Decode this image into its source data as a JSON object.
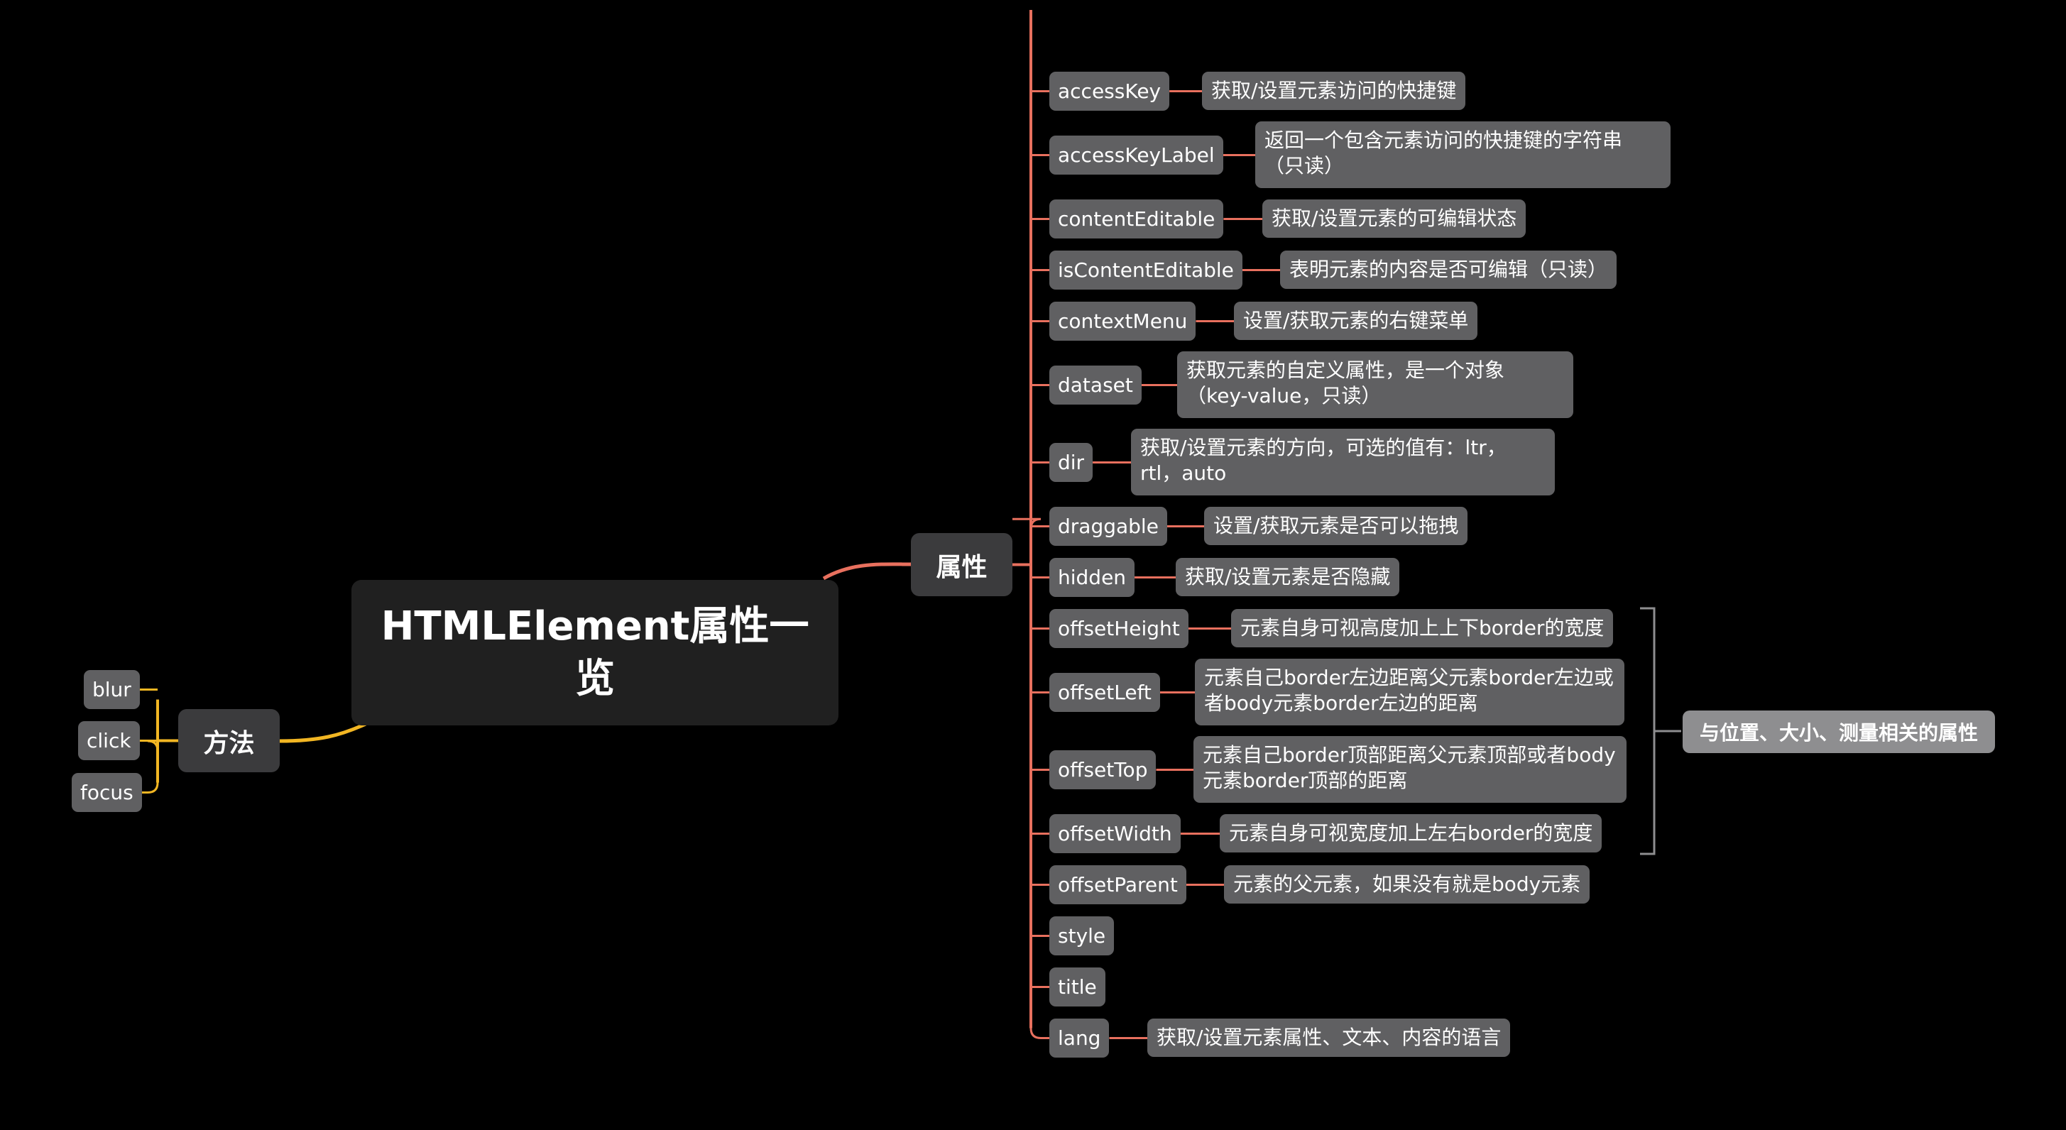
{
  "root": {
    "title": "HTMLElement属性一览"
  },
  "methods": {
    "label": "方法",
    "items": [
      "blur",
      "click",
      "focus"
    ]
  },
  "properties": {
    "label": "属性",
    "items": [
      {
        "name": "accessKey",
        "desc": "获取/设置元素访问的快捷键"
      },
      {
        "name": "accessKeyLabel",
        "desc": "返回一个包含元素访问的快捷键的字符串（只读）"
      },
      {
        "name": "contentEditable",
        "desc": "获取/设置元素的可编辑状态"
      },
      {
        "name": "isContentEditable",
        "desc": "表明元素的内容是否可编辑（只读）"
      },
      {
        "name": "contextMenu",
        "desc": "设置/获取元素的右键菜单"
      },
      {
        "name": "dataset",
        "desc": "获取元素的自定义属性，是一个对象（key-value，只读）"
      },
      {
        "name": "dir",
        "desc": "获取/设置元素的方向，可选的值有：ltr，rtl，auto"
      },
      {
        "name": "draggable",
        "desc": "设置/获取元素是否可以拖拽"
      },
      {
        "name": "hidden",
        "desc": "获取/设置元素是否隐藏"
      },
      {
        "name": "offsetHeight",
        "desc": "元素自身可视高度加上上下border的宽度"
      },
      {
        "name": "offsetLeft",
        "desc": "元素自己border左边距离父元素border左边或者body元素border左边的距离"
      },
      {
        "name": "offsetTop",
        "desc": "元素自己border顶部距离父元素顶部或者body元素border顶部的距离"
      },
      {
        "name": "offsetWidth",
        "desc": "元素自身可视宽度加上左右border的宽度"
      },
      {
        "name": "offsetParent",
        "desc": "元素的父元素，如果没有就是body元素"
      },
      {
        "name": "style",
        "desc": ""
      },
      {
        "name": "title",
        "desc": ""
      },
      {
        "name": "lang",
        "desc": "获取/设置元素属性、文本、内容的语言"
      }
    ],
    "summary": "与位置、大小、测量相关的属性"
  },
  "colors": {
    "background": "#000000",
    "root_fill": "#202020",
    "branch_fill": "#3b3b3d",
    "leaf_fill": "#606062",
    "summary_fill": "#8e8e90",
    "properties_line": "#e8705e",
    "methods_line": "#f2b623",
    "bracket": "#8e8e90"
  }
}
